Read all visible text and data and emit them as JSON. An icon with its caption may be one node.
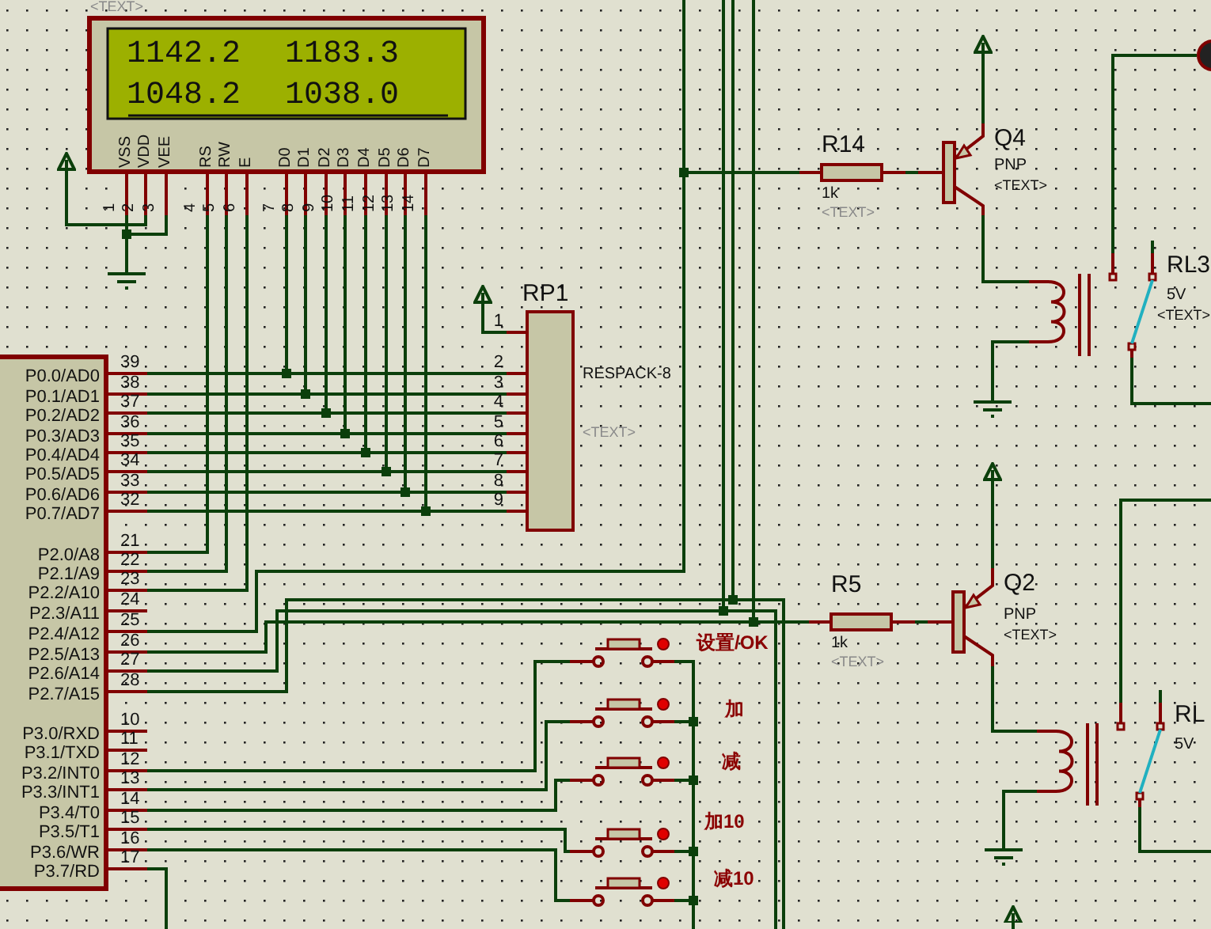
{
  "diagram": {
    "nodes": [
      {
        "text": [
          "1142.2",
          "1183.3",
          "1048.2",
          "1038.0",
          "VSS",
          "VDD",
          "VEE",
          "RS",
          "RW",
          "E",
          "D0",
          "D1",
          "D2",
          "D3",
          "D4",
          "D5",
          "D6",
          "D7"
        ],
        "beside": [
          "<TEXT>"
        ]
      },
      {
        "text": [
          "P0.0/AD0",
          "P0.1/AD1",
          "P0.2/AD2",
          "P0.3/AD3",
          "P0.4/AD4",
          "P0.5/AD5",
          "P0.6/AD6",
          "P0.7/AD7",
          "P2.0/A8",
          "P2.1/A9",
          "P2.2/A10",
          "P2.3/A11",
          "P2.4/A12",
          "P2.5/A13",
          "P2.6/A14",
          "P2.7/A15",
          "P3.0/RXD",
          "P3.1/TXD",
          "P3.2/INT0",
          "P3.3/INT1",
          "P3.4/T0",
          "P3.5/T1",
          "P3.6/WR",
          "P3.7/RD"
        ]
      },
      {
        "text": [
          "RP1"
        ],
        "beside": [
          "RESPACK-8",
          "<TEXT>"
        ]
      },
      {
        "text": [
          "R14"
        ],
        "beside": [
          "1k",
          "<TEXT>"
        ]
      },
      {
        "text": [
          "Q4",
          "PNP",
          "<TEXT>"
        ]
      },
      {
        "text": [
          "RL3",
          "5V",
          "<TEXT>"
        ]
      },
      {
        "text": [
          "R5"
        ],
        "beside": [
          "1k",
          "<TEXT>"
        ]
      },
      {
        "text": [
          "Q2",
          "PNP",
          "<TEXT>"
        ]
      },
      {
        "text": [
          "RL",
          "5V"
        ]
      },
      {
        "text": [],
        "shape": "button",
        "beside": [
          "设置/OK"
        ]
      },
      {
        "text": [],
        "shape": "button",
        "beside": [
          "加"
        ]
      },
      {
        "text": [],
        "shape": "button",
        "beside": [
          "减"
        ]
      },
      {
        "text": [],
        "shape": "button",
        "beside": [
          "加10"
        ]
      },
      {
        "text": [],
        "shape": "button",
        "beside": [
          "减10"
        ]
      },
      {
        "text": [],
        "shape": "ground"
      },
      {
        "text": [],
        "shape": "ground"
      },
      {
        "text": [],
        "shape": "ground"
      },
      {
        "text": [],
        "shape": "power"
      },
      {
        "text": [],
        "shape": "power"
      },
      {
        "text": [],
        "shape": "power"
      },
      {
        "text": [],
        "shape": "power"
      },
      {
        "text": [],
        "shape": "power"
      },
      {
        "text": [],
        "shape": "lamp"
      }
    ],
    "edges": [
      {
        "from": 1,
        "to": 2,
        "arrow": "none"
      },
      {
        "from": 1,
        "to": 2,
        "arrow": "none"
      },
      {
        "from": 1,
        "to": 2,
        "arrow": "none"
      },
      {
        "from": 1,
        "to": 2,
        "arrow": "none"
      },
      {
        "from": 1,
        "to": 2,
        "arrow": "none"
      },
      {
        "from": 1,
        "to": 2,
        "arrow": "none"
      },
      {
        "from": 1,
        "to": 2,
        "arrow": "none"
      },
      {
        "from": 1,
        "to": 2,
        "arrow": "none"
      },
      {
        "from": 1,
        "to": 0,
        "arrow": "none"
      },
      {
        "from": 1,
        "to": 0,
        "arrow": "none"
      },
      {
        "from": 1,
        "to": 0,
        "arrow": "none"
      },
      {
        "from": 1,
        "to": 0,
        "arrow": "none"
      },
      {
        "from": 1,
        "to": 0,
        "arrow": "none"
      },
      {
        "from": 1,
        "to": 0,
        "arrow": "none"
      },
      {
        "from": 1,
        "to": 0,
        "arrow": "none"
      },
      {
        "from": 1,
        "to": 0,
        "arrow": "none"
      },
      {
        "from": 1,
        "to": 0,
        "arrow": "none"
      },
      {
        "from": 1,
        "to": 0,
        "arrow": "none"
      },
      {
        "from": 1,
        "to": 0,
        "arrow": "none"
      },
      {
        "from": 1,
        "to": 3,
        "arrow": "none"
      },
      {
        "from": 1,
        "to": 6,
        "arrow": "none"
      },
      {
        "from": 1,
        "to": null,
        "arrow": "none"
      },
      {
        "from": 1,
        "to": null,
        "arrow": "none"
      },
      {
        "from": 1,
        "to": 9,
        "arrow": "none"
      },
      {
        "from": 1,
        "to": 10,
        "arrow": "none"
      },
      {
        "from": 1,
        "to": 11,
        "arrow": "none"
      },
      {
        "from": 1,
        "to": 12,
        "arrow": "none"
      },
      {
        "from": 1,
        "to": 13,
        "arrow": "none"
      },
      {
        "from": 1,
        "to": null,
        "arrow": "none"
      },
      {
        "from": 3,
        "to": 4,
        "arrow": "none"
      },
      {
        "from": 4,
        "to": 5,
        "arrow": "none"
      },
      {
        "from": 6,
        "to": 7,
        "arrow": "none"
      },
      {
        "from": 7,
        "to": 8,
        "arrow": "none"
      },
      {
        "from": 9,
        "to": 10,
        "arrow": "none"
      },
      {
        "from": 10,
        "to": 11,
        "arrow": "none"
      },
      {
        "from": 11,
        "to": 12,
        "arrow": "none"
      },
      {
        "from": 12,
        "to": 13,
        "arrow": "none"
      },
      {
        "from": 13,
        "to": null,
        "arrow": "none"
      },
      {
        "from": 1,
        "to": null,
        "arrow": "none"
      },
      {
        "from": 1,
        "to": null,
        "arrow": "none"
      },
      {
        "from": 1,
        "to": null,
        "arrow": "none"
      },
      {
        "from": 1,
        "to": null,
        "arrow": "none"
      },
      {
        "from": 0,
        "to": 17,
        "arrow": "none"
      },
      {
        "from": 0,
        "to": 14,
        "arrow": "none"
      },
      {
        "from": 0,
        "to": 14,
        "arrow": "none"
      },
      {
        "from": 2,
        "to": 18,
        "arrow": "none"
      },
      {
        "from": 4,
        "to": 19,
        "arrow": "none"
      },
      {
        "from": 5,
        "to": 15,
        "arrow": "none"
      },
      {
        "from": 7,
        "to": 20,
        "arrow": "none"
      },
      {
        "from": 8,
        "to": 16,
        "arrow": "none"
      },
      {
        "from": 21,
        "to": null,
        "arrow": "none"
      },
      {
        "from": 5,
        "to": 22,
        "arrow": "none"
      },
      {
        "from": 5,
        "to": null,
        "arrow": "none"
      },
      {
        "from": 5,
        "to": null,
        "arrow": "none"
      },
      {
        "from": 8,
        "to": null,
        "arrow": "none"
      },
      {
        "from": 8,
        "to": null,
        "arrow": "none"
      },
      {
        "from": 8,
        "to": null,
        "arrow": "none"
      }
    ],
    "labels": [
      "1",
      "2",
      "3",
      "4",
      "5",
      "6",
      "7",
      "8",
      "9",
      "10",
      "11",
      "12",
      "13",
      "14",
      "1",
      "2",
      "3",
      "4",
      "5",
      "6",
      "7",
      "8",
      "9",
      "39",
      "38",
      "37",
      "36",
      "35",
      "34",
      "33",
      "32",
      "21",
      "22",
      "23",
      "24",
      "25",
      "26",
      "27",
      "28",
      "10",
      "11",
      "12",
      "13",
      "14",
      "15",
      "16",
      "17"
    ]
  }
}
